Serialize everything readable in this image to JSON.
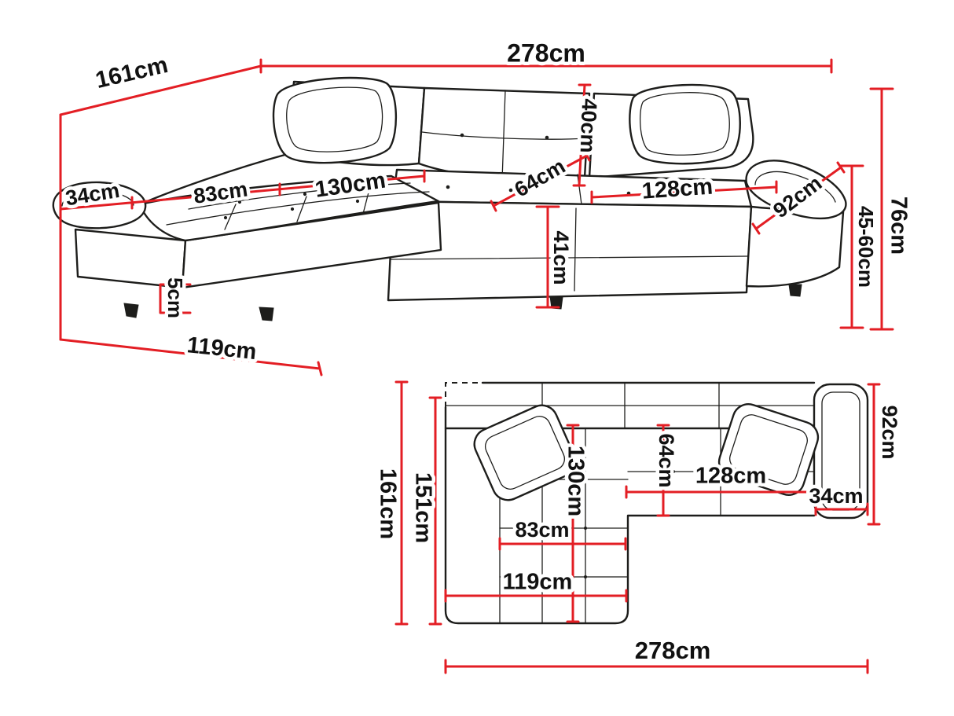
{
  "colors": {
    "dimension_line": "#e31e24",
    "sofa_outline": "#1d1d1b",
    "label_text": "#111111",
    "background": "#ffffff"
  },
  "perspective_view": {
    "dimensions": {
      "total_width": "278cm",
      "total_depth": "161cm",
      "armrest_width": "34cm",
      "chaise_cushion_width": "83cm",
      "chaise_length": "130cm",
      "backrest_cushion_height": "40cm",
      "seat_depth": "64cm",
      "right_seat_width": "128cm",
      "armrest_length": "92cm",
      "total_height": "76cm",
      "armrest_height_range": "45-60cm",
      "seat_height": "41cm",
      "leg_height": "5cm",
      "chaise_total_width": "119cm"
    }
  },
  "top_view": {
    "dimensions": {
      "total_depth": "161cm",
      "inner_depth": "151cm",
      "chaise_length": "130cm",
      "seat_depth": "64cm",
      "right_seat_width": "128cm",
      "armrest_width": "34cm",
      "right_side_depth": "92cm",
      "chaise_cushion_width": "83cm",
      "chaise_total_width": "119cm",
      "total_width": "278cm"
    }
  }
}
